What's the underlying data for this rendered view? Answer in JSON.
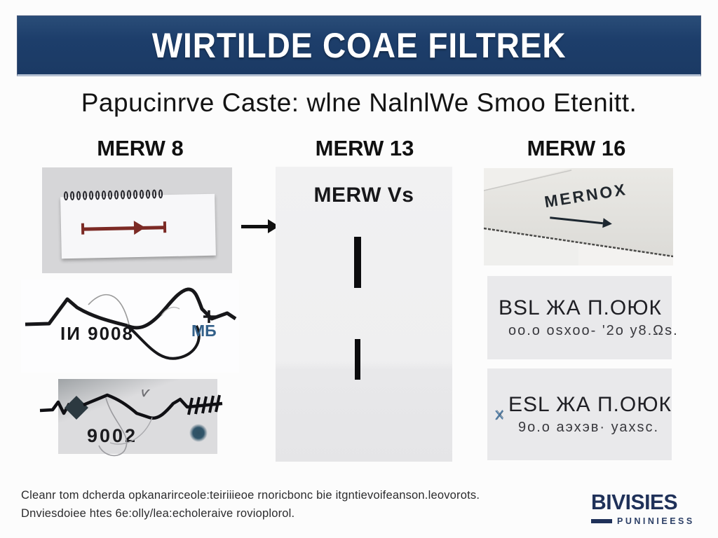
{
  "header": {
    "title": "WIRTILDE COAE FILTREK"
  },
  "subtitle": "Papucinrve Caste: wlne NalnlWe Smoo Etenitt.",
  "column_headers": {
    "col1": "MERW 8",
    "col2": "MERW 13",
    "col3": "MERW 16"
  },
  "left_column": {
    "sketch_label": "IИ 9008",
    "sketch_tag": "МБ",
    "fiber_label": "9002"
  },
  "middle_column": {
    "caption": "MERW Vs"
  },
  "right_column": {
    "stamp_text": "MERNOX",
    "box1": {
      "title": "BSL ЖА П.ОЮК",
      "subtitle": "оо.о оsхоо- '2о у8.Ωs."
    },
    "box2": {
      "title": "ESL ЖА П.ОЮК",
      "subtitle": "9о.о аэхэв· уахsс."
    }
  },
  "footer": {
    "line1": "Cleanr tom dcherda opkanarirceole:teiriiieoe rnoricbonc bie itgntievoifeanson.leovorots.",
    "line2": "Dnviesdoiee htes 6e:olly/lea:echoleraive rovioplorol.",
    "logo_title": "BIVISIES",
    "logo_subtitle": "PUNINIEESS"
  },
  "colors": {
    "banner_navy": "#1d3e6b",
    "logo_navy": "#1f3159",
    "arrow_red": "#7c2a25",
    "mark_blue": "#4d7aa3"
  }
}
